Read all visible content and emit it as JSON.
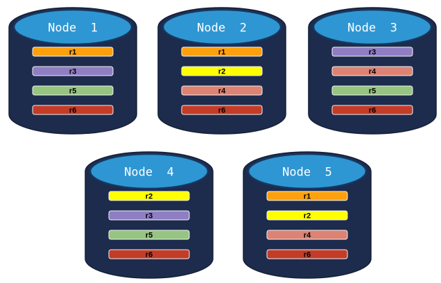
{
  "diagram": {
    "background": "#FFFFFF",
    "nodes": [
      {
        "label": "Node  1",
        "replicas": [
          "r1",
          "r3",
          "r5",
          "r6"
        ]
      },
      {
        "label": "Node  2",
        "replicas": [
          "r1",
          "r2",
          "r4",
          "r6"
        ]
      },
      {
        "label": "Node  3",
        "replicas": [
          "r3",
          "r4",
          "r5",
          "r6"
        ]
      },
      {
        "label": "Node  4",
        "replicas": [
          "r2",
          "r3",
          "r5",
          "r6"
        ]
      },
      {
        "label": "Node  5",
        "replicas": [
          "r1",
          "r2",
          "r4",
          "r6"
        ]
      }
    ],
    "replica_colors": {
      "r1": "#FCA10D",
      "r2": "#FFFF00",
      "r3": "#8F7EC3",
      "r4": "#DC8374",
      "r5": "#95C581",
      "r6": "#C33C27"
    },
    "cylinder": {
      "body_fill": "#1D2B4D",
      "body_stroke": "#152036",
      "top_fill": "#2E96D3",
      "top_stroke": "#17375E",
      "label_color": "#FFFFFF",
      "bar_border": "#F2F2F2",
      "bar_text_color": "#000000"
    }
  }
}
